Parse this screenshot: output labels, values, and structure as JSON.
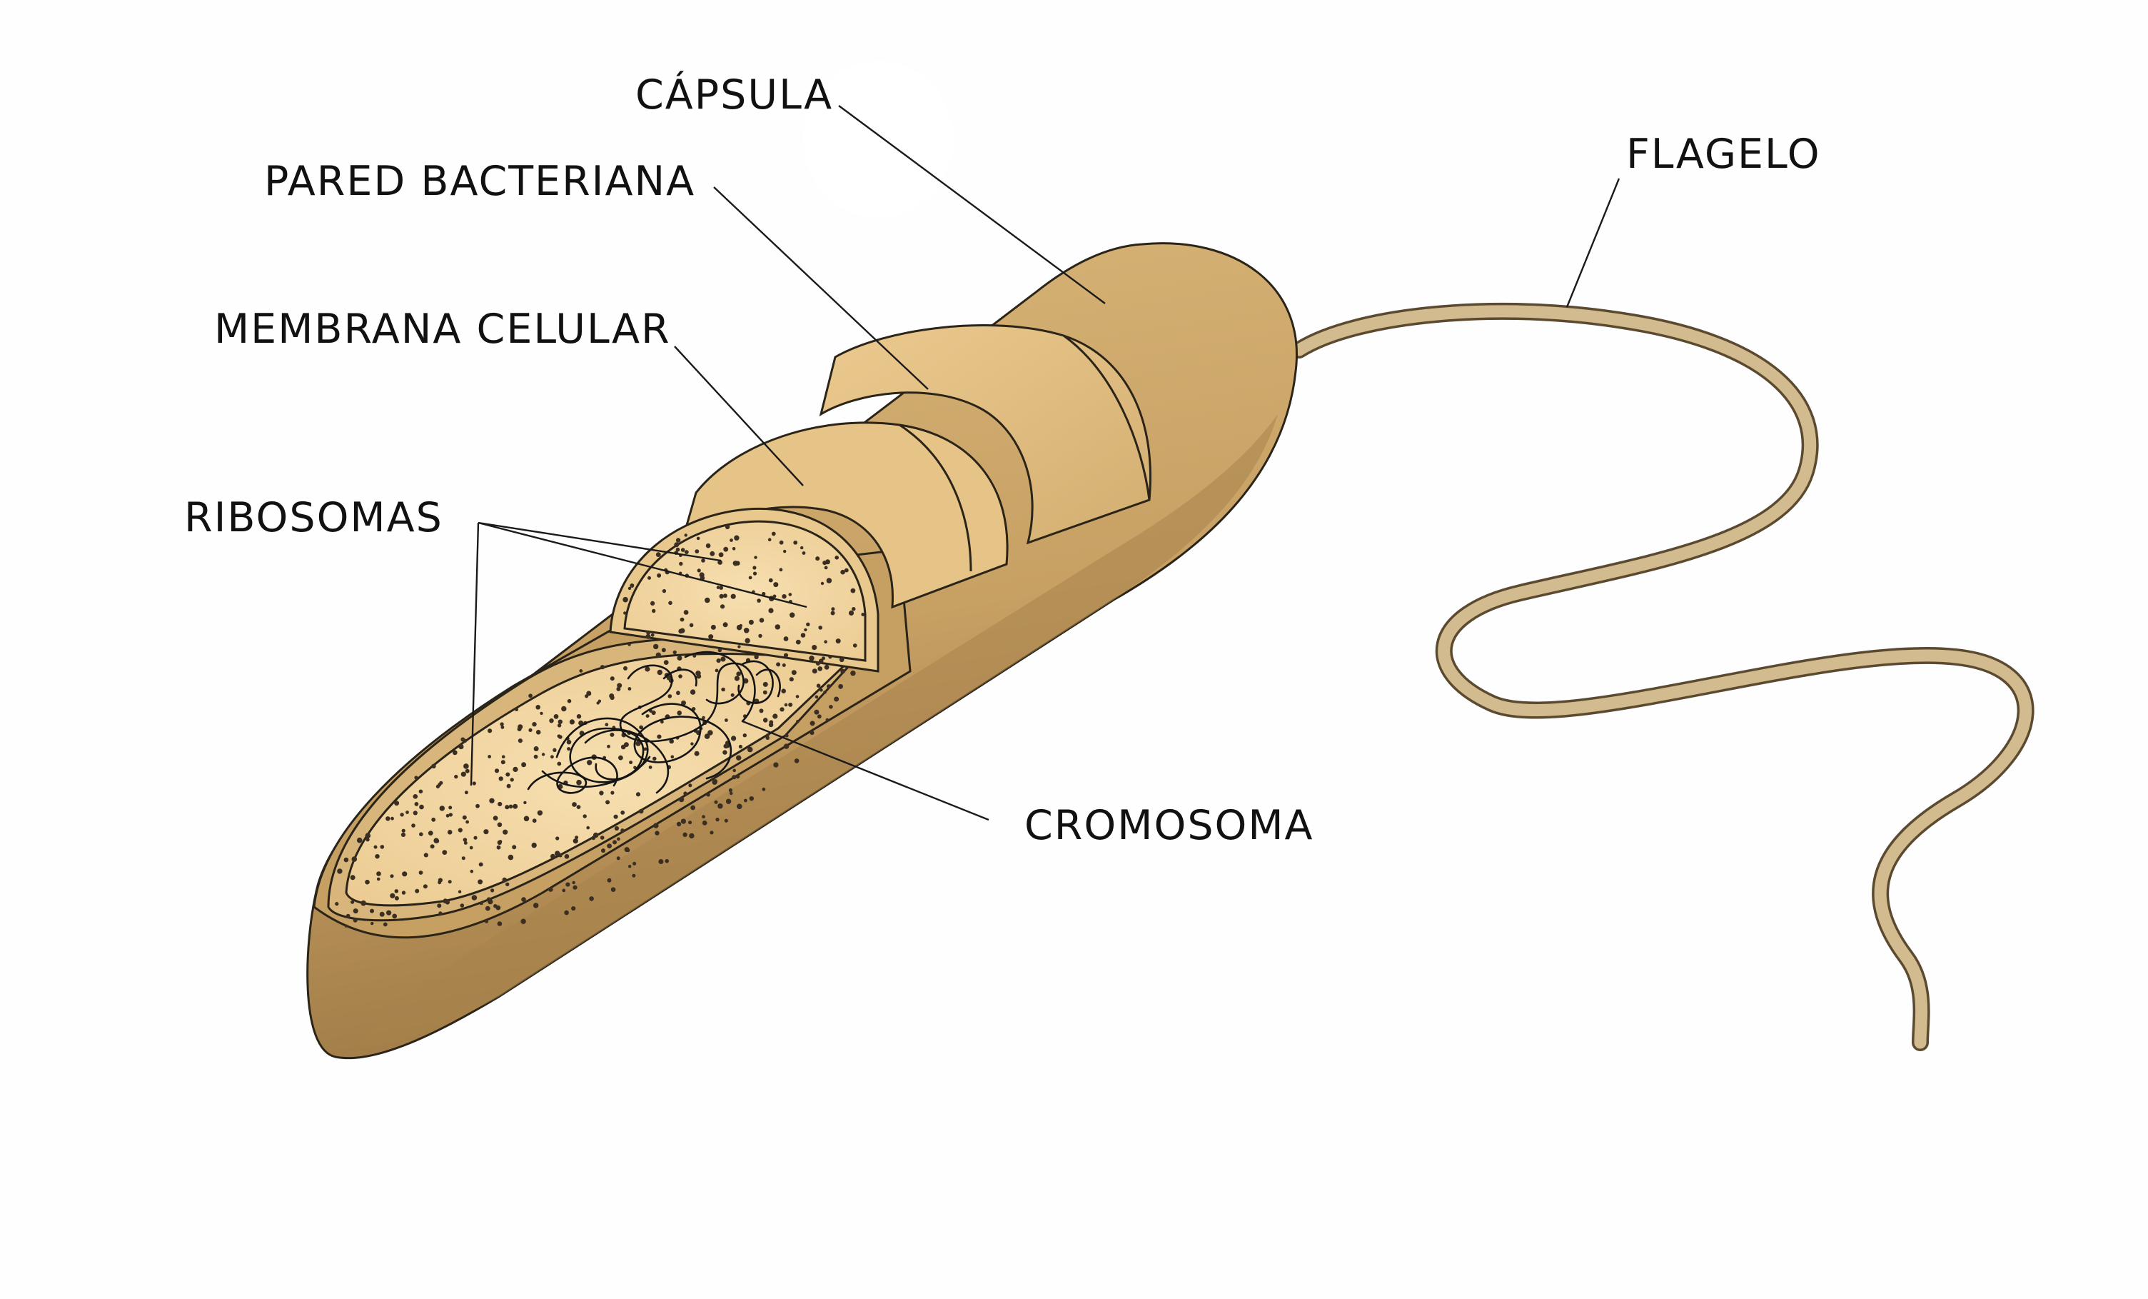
{
  "labels": {
    "capsula": "CÁPSULA",
    "pared": "PARED BACTERIANA",
    "membrana": "MEMBRANA CELULAR",
    "ribosomas": "RIBOSOMAS",
    "cromosoma": "CROMOSOMA",
    "flagelo": "FLAGELO"
  },
  "colors": {
    "background": "#fefefe",
    "capsule": "#c9a56c",
    "capsule_shadow": "#a9854f",
    "wall": "#dcb87c",
    "membrane": "#e8c68c",
    "cytoplasm": "#f3d8a5",
    "flagellum": "#d2bb8f",
    "ink": "#1a1a1a"
  }
}
